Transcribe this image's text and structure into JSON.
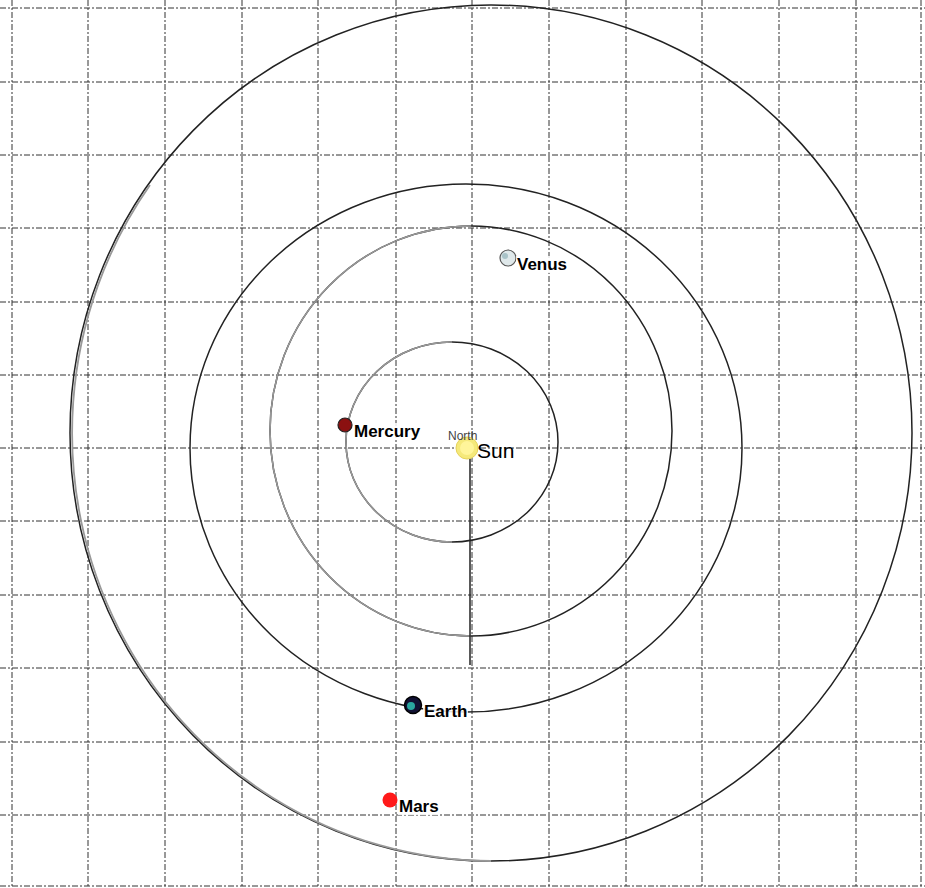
{
  "diagram": {
    "labels": [
      "Venus",
      "Mercury",
      "North",
      "Sun",
      "Earth",
      "Mars"
    ]
  }
}
